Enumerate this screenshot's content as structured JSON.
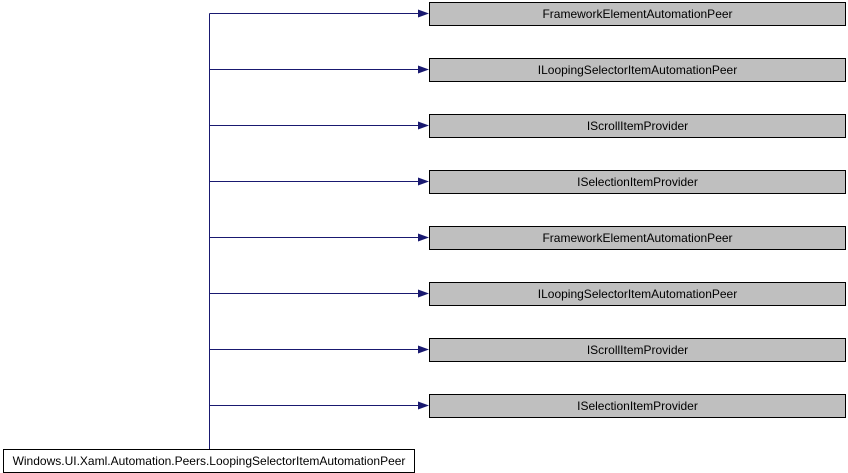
{
  "diagram": {
    "derived_class": "Windows.UI.Xaml.Automation.Peers.LoopingSelectorItemAutomationPeer",
    "base_classes": [
      "FrameworkElementAutomationPeer",
      "ILoopingSelectorItemAutomationPeer",
      "IScrollItemProvider",
      "ISelectionItemProvider",
      "FrameworkElementAutomationPeer",
      "ILoopingSelectorItemAutomationPeer",
      "IScrollItemProvider",
      "ISelectionItemProvider"
    ],
    "colors": {
      "edge": "#191970",
      "base_fill": "#bfbfbf",
      "derived_fill": "#ffffff",
      "border": "#000000"
    }
  }
}
